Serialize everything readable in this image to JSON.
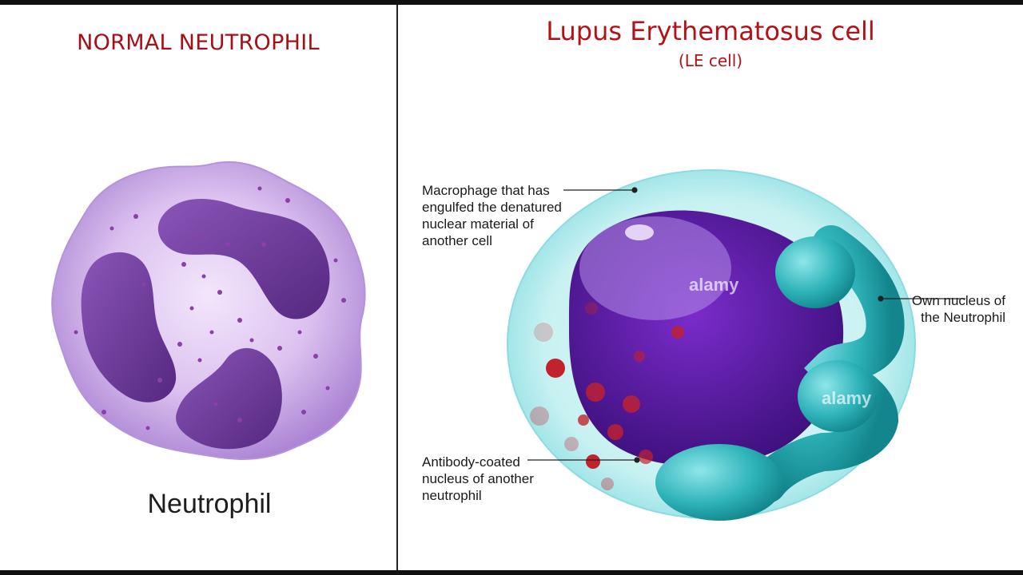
{
  "left_panel": {
    "title": "NORMAL NEUTROPHIL",
    "caption": "Neutrophil"
  },
  "right_panel": {
    "title": "Lupus Erythematosus cell",
    "subtitle": "(LE cell)",
    "labels": {
      "macrophage": "Macrophage that has engulfed the denatured nuclear material of another cell",
      "antibody": "Antibody-coated nucleus of another neutrophil",
      "own_nucleus": "Own nucleus of the Neutrophil"
    },
    "watermark": "alamy"
  },
  "colors": {
    "title_red": "#b31219",
    "neutrophil_cytoplasm": "#c9a4e6",
    "neutrophil_nucleus": "#6d3a9c",
    "le_cytoplasm": "#bfeef0",
    "engulfed_nucleus": "#5b1aa0",
    "own_nucleus": "#2ab7bd",
    "antibody_dots": "#c2222e"
  }
}
